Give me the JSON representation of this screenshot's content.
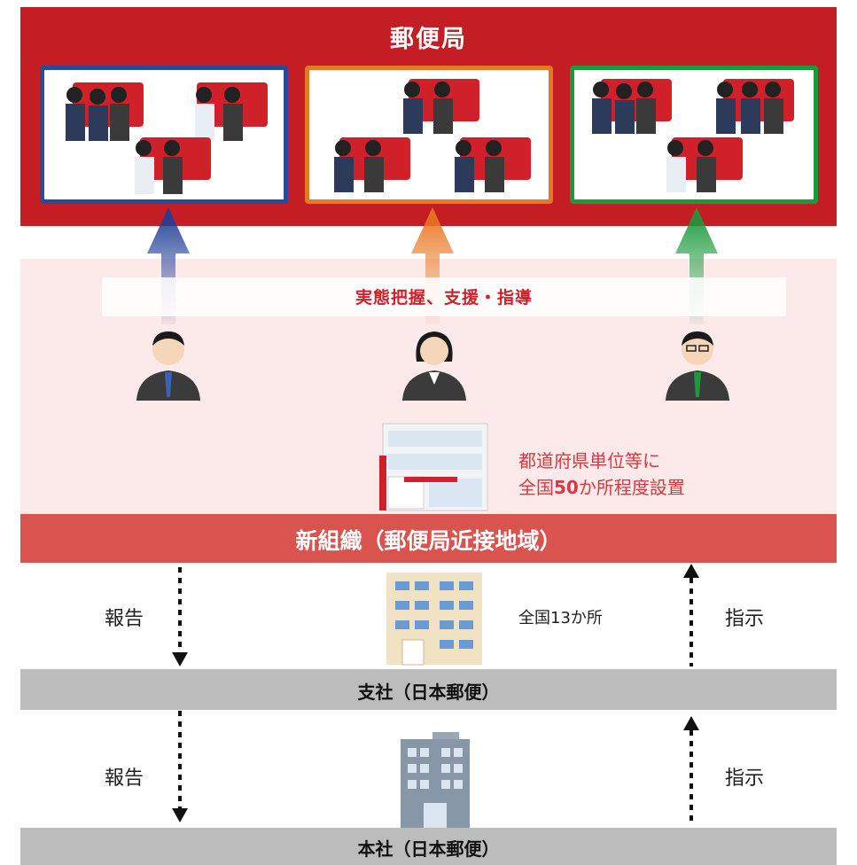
{
  "post_office": {
    "title": "郵便局"
  },
  "support": {
    "label": "実態把握、支援・指導"
  },
  "new_org": {
    "note_line1": "都道府県単位等に",
    "note_line2_prefix": "全国",
    "note_line2_number": "50",
    "note_line2_suffix": "か所程度設置",
    "label": "新組織（郵便局近接地域）"
  },
  "branch": {
    "count_text": "全国13か所",
    "label": "支社（日本郵便）"
  },
  "head_office": {
    "label": "本社（日本郵便）"
  },
  "arrows": {
    "report": "報告",
    "instruct": "指示"
  },
  "colors": {
    "post_red": "#c41e24",
    "panel_blue": "#2a4a9a",
    "panel_orange": "#e87722",
    "panel_green": "#1a9a3c",
    "new_org_red": "#d9534f",
    "pink_bg": "#fce9ea",
    "gray_bar": "#bcbcbc"
  },
  "icons": [
    "staff-group-icon",
    "advisor-person-icon",
    "building-icon",
    "office-building-icon",
    "tower-building-icon",
    "dotted-arrow-icon"
  ]
}
